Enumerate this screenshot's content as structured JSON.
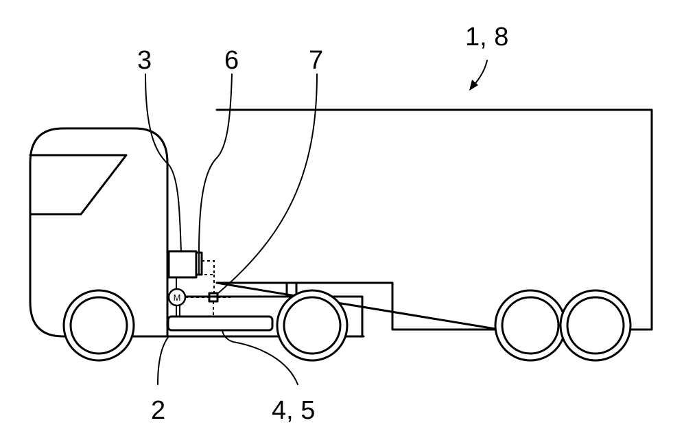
{
  "labels": {
    "ref_1_8": "1, 8",
    "ref_3": "3",
    "ref_6": "6",
    "ref_7": "7",
    "ref_2": "2",
    "ref_4_5": "4, 5",
    "motor": "M"
  },
  "colors": {
    "line": "#000000",
    "background": "#ffffff"
  }
}
